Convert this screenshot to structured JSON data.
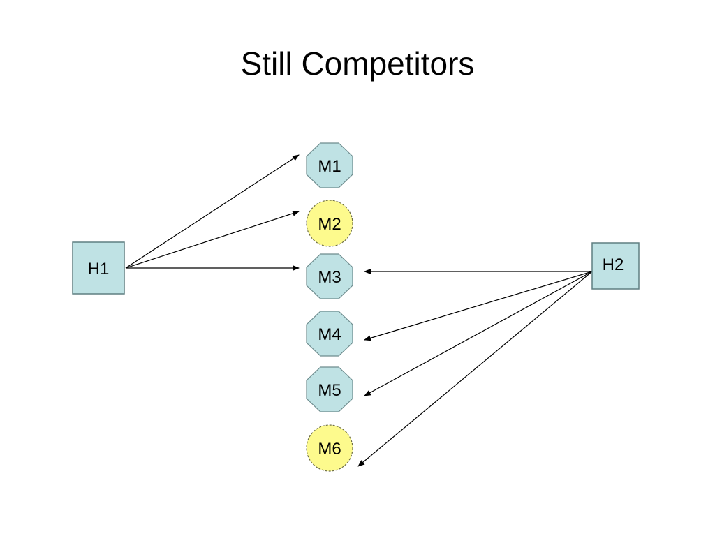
{
  "title": "Still Competitors",
  "colors": {
    "hypothesis_fill": "#bfe2e4",
    "blue_fill": "#bfe2e4",
    "yellow_fill": "#fdfa8d",
    "stroke": "#000000",
    "node_border": "#6d8c8e"
  },
  "nodes": {
    "H1": {
      "label": "H1",
      "shape": "square",
      "color": "hypothesis"
    },
    "H2": {
      "label": "H2",
      "shape": "square",
      "color": "hypothesis"
    },
    "M1": {
      "label": "M1",
      "shape": "octagon",
      "color": "blue"
    },
    "M2": {
      "label": "M2",
      "shape": "circle",
      "color": "yellow"
    },
    "M3": {
      "label": "M3",
      "shape": "octagon",
      "color": "blue"
    },
    "M4": {
      "label": "M4",
      "shape": "octagon",
      "color": "blue"
    },
    "M5": {
      "label": "M5",
      "shape": "octagon",
      "color": "blue"
    },
    "M6": {
      "label": "M6",
      "shape": "circle",
      "color": "yellow"
    }
  },
  "edges": [
    {
      "from": "H1",
      "to": "M1"
    },
    {
      "from": "H1",
      "to": "M2"
    },
    {
      "from": "H1",
      "to": "M3"
    },
    {
      "from": "H2",
      "to": "M3"
    },
    {
      "from": "H2",
      "to": "M4"
    },
    {
      "from": "H2",
      "to": "M5"
    },
    {
      "from": "H2",
      "to": "M6"
    }
  ]
}
